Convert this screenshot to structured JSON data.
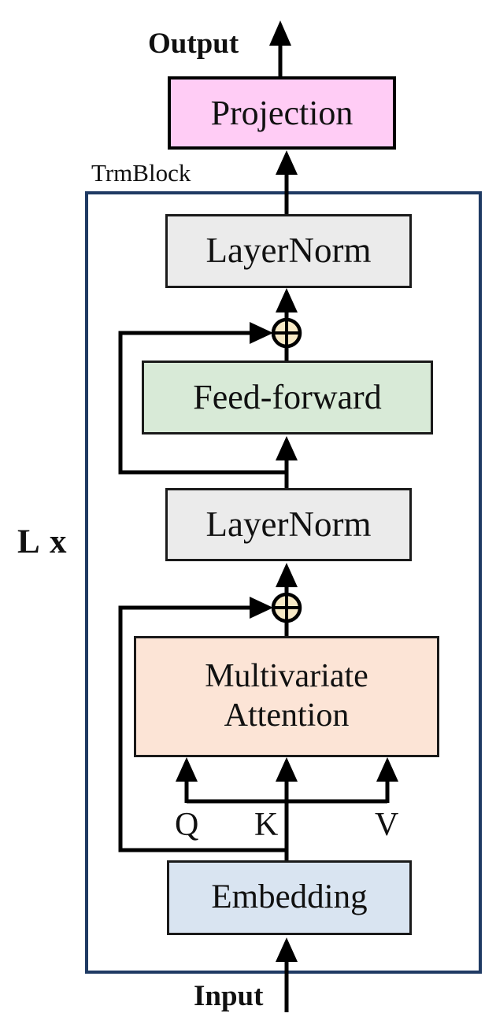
{
  "labels": {
    "output": "Output",
    "input": "Input",
    "repeat": "L x",
    "block": "TrmBlock",
    "q": "Q",
    "k": "K",
    "v": "V"
  },
  "nodes": {
    "projection": "Projection",
    "layernorm_top": "LayerNorm",
    "feed_forward": "Feed-forward",
    "layernorm_bottom": "LayerNorm",
    "attention_line1": "Multivariate",
    "attention_line2": "Attention",
    "embedding": "Embedding"
  },
  "colors": {
    "frame_border": "#1f3a63",
    "box_border": "#1a1a1a",
    "line": "#000000",
    "projection_fill": "#ffccf5",
    "layernorm_fill": "#ebebeb",
    "feed_forward_fill": "#d8ead7",
    "attention_fill": "#fce4d6",
    "embedding_fill": "#d9e4f1",
    "add_circle_fill": "#f7e9c5"
  }
}
